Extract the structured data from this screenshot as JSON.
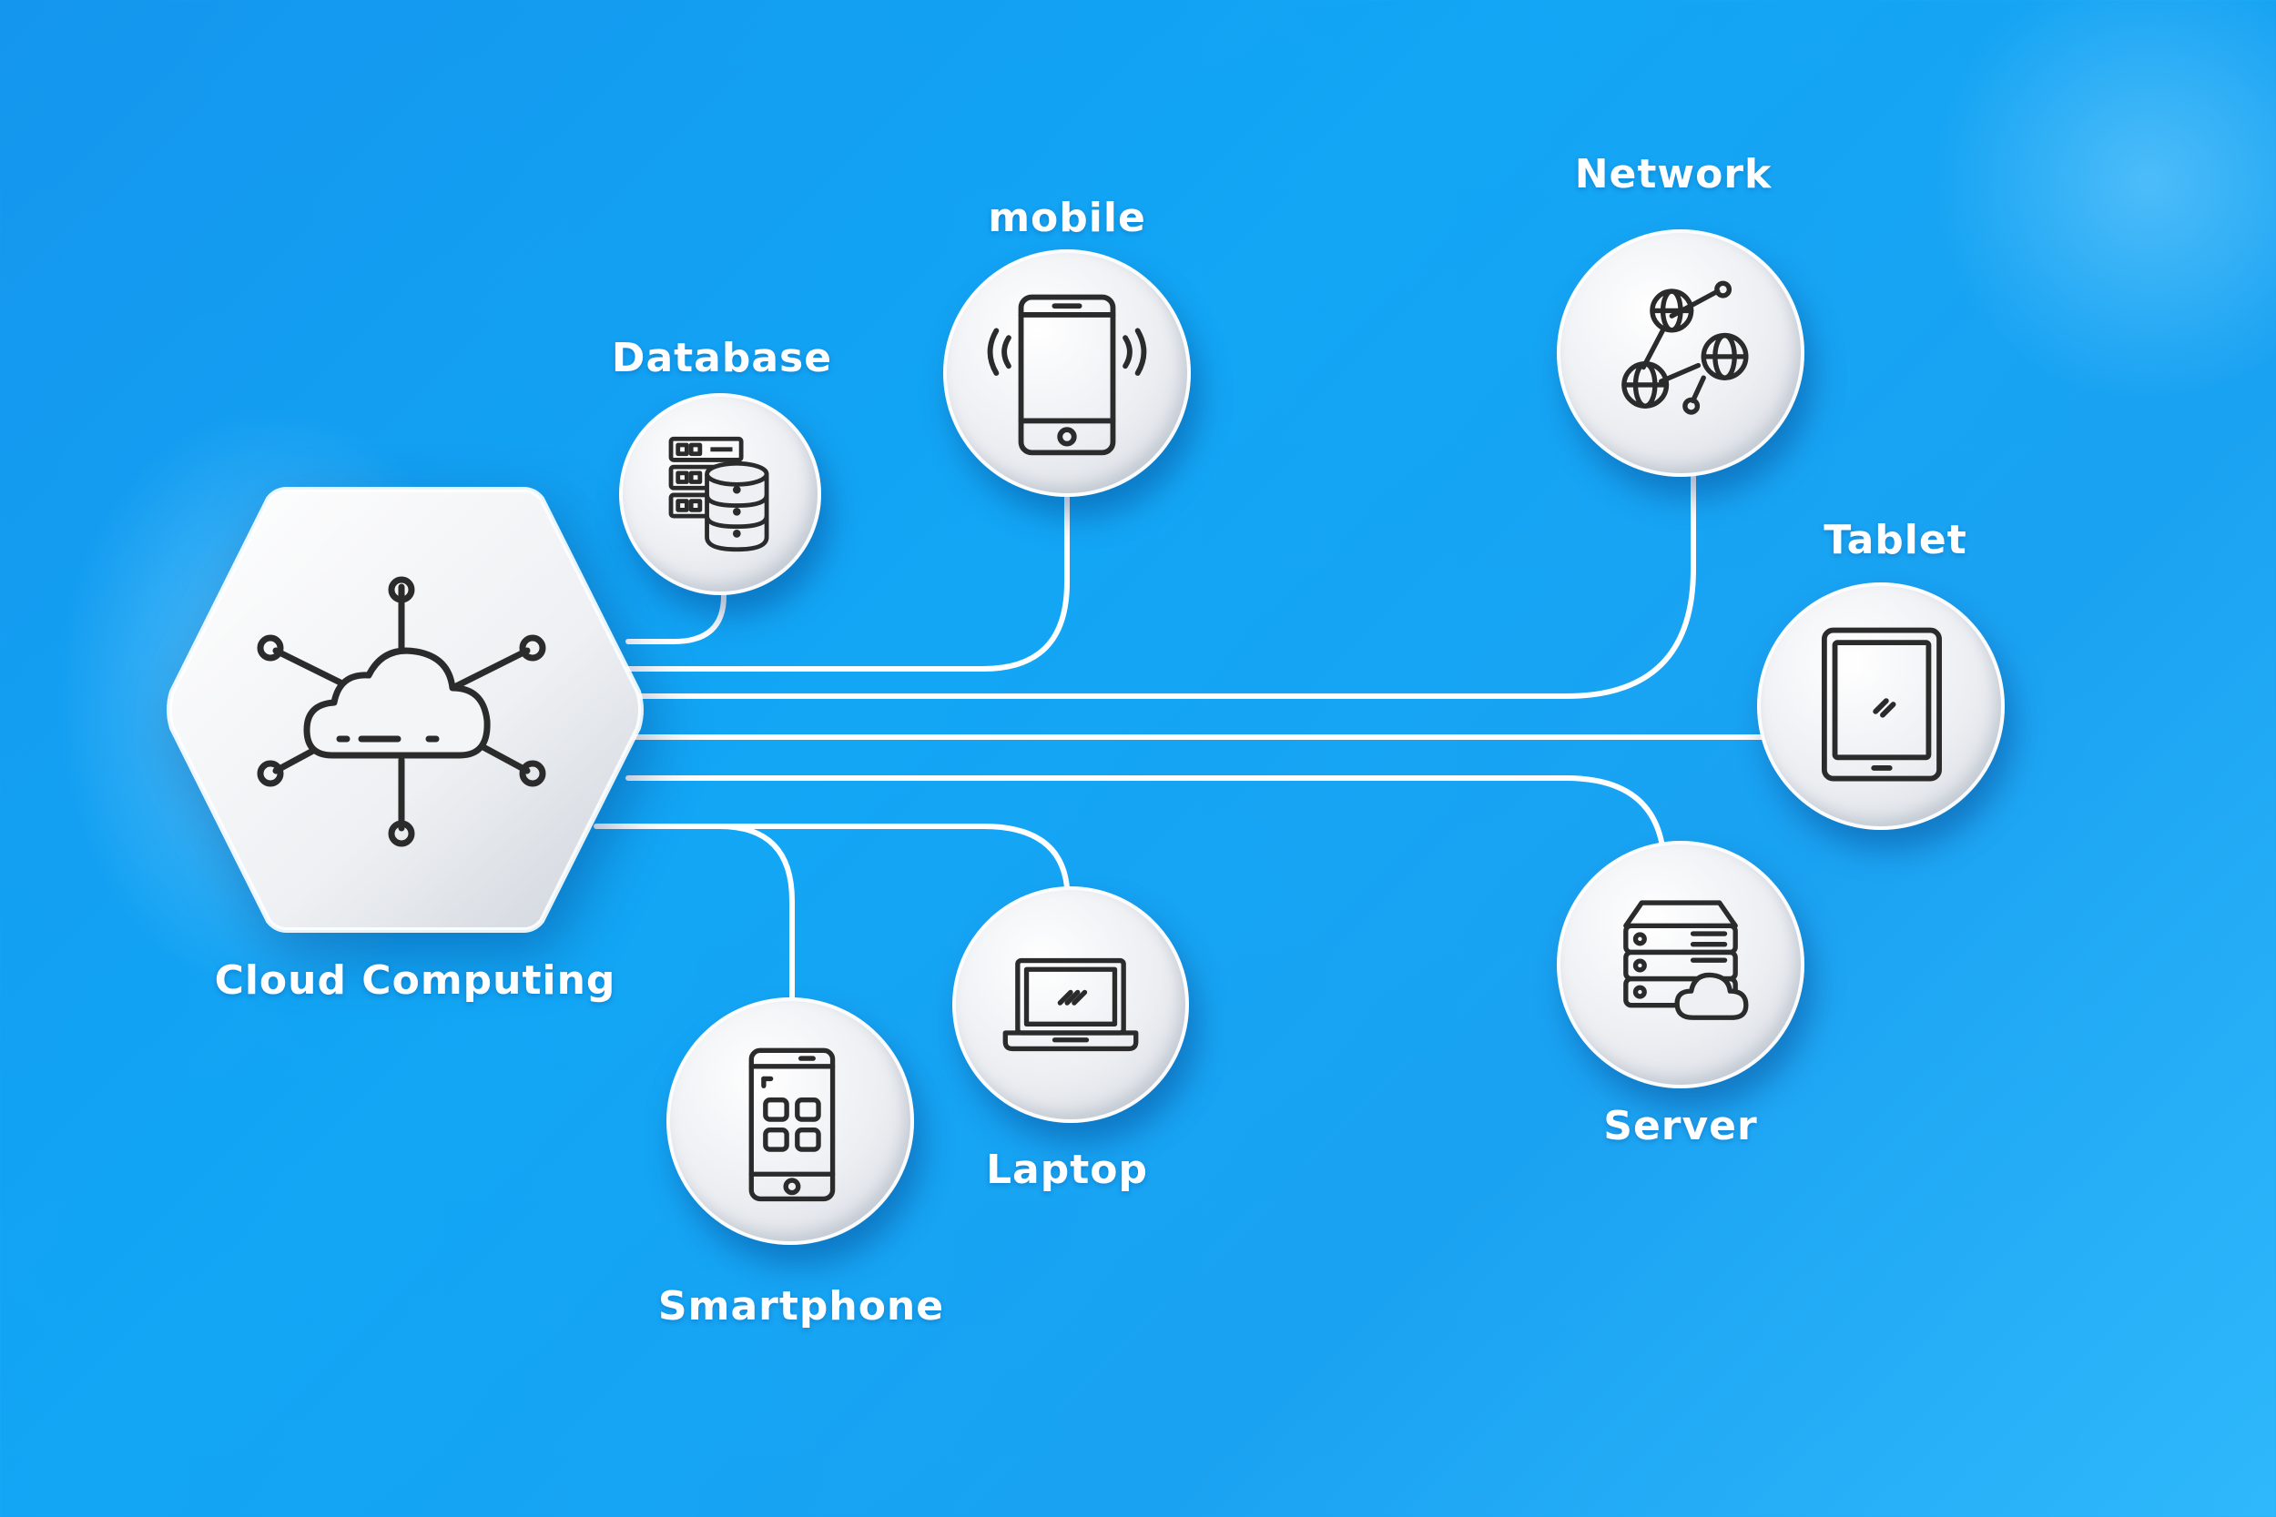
{
  "hub": {
    "label": "Cloud Computing",
    "icon": "cloud-network-icon"
  },
  "nodes": {
    "database": {
      "label": "Database",
      "icon": "database-server-icon"
    },
    "mobile": {
      "label": "mobile",
      "icon": "mobile-phone-icon"
    },
    "network": {
      "label": "Network",
      "icon": "globe-network-icon"
    },
    "tablet": {
      "label": "Tablet",
      "icon": "tablet-icon"
    },
    "server": {
      "label": "Server",
      "icon": "cloud-server-icon"
    },
    "laptop": {
      "label": "Laptop",
      "icon": "laptop-icon"
    },
    "smartphone": {
      "label": "Smartphone",
      "icon": "smartphone-apps-icon"
    }
  },
  "colors": {
    "background": "#1aa2f2",
    "connector": "#ffffff",
    "icon_stroke": "#2b2b2b"
  }
}
